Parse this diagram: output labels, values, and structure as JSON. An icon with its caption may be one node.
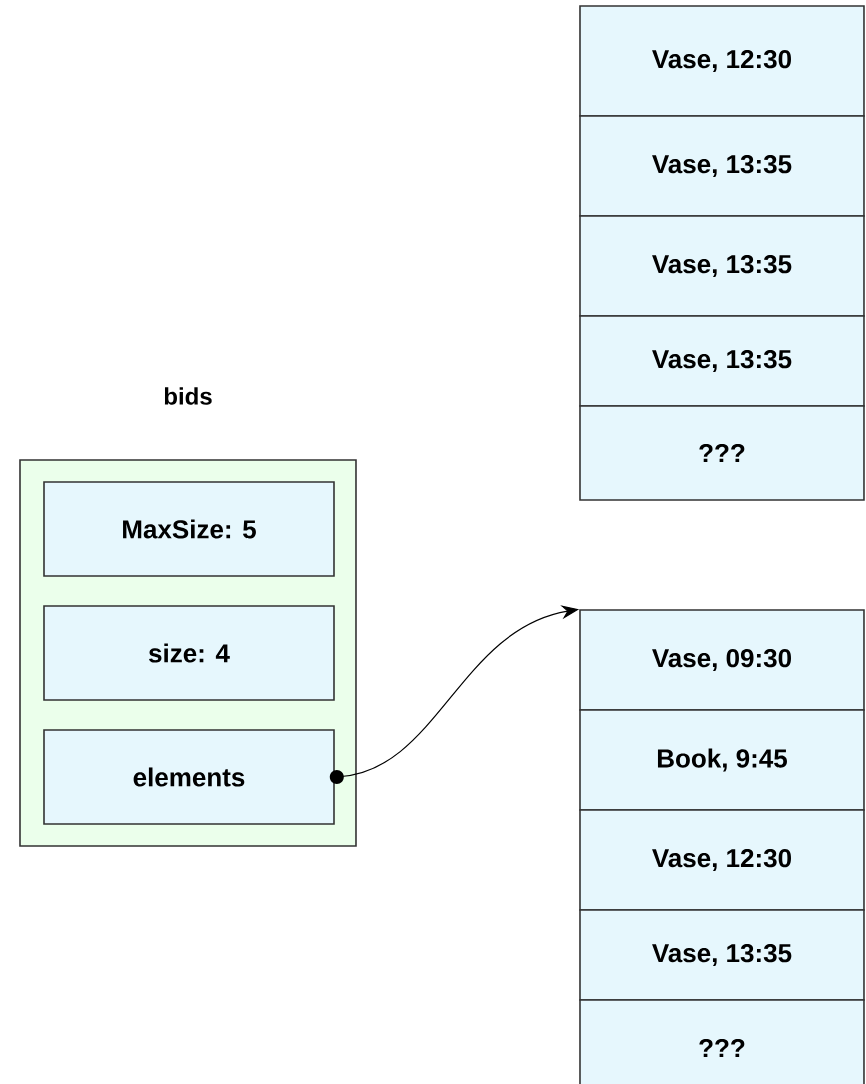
{
  "diagram": {
    "nodes": [
      {
        "text": [
          "bids"
        ]
      },
      {
        "text": [
          "MaxSize: 5"
        ],
        "in": 0
      },
      {
        "text": [
          "size: 4"
        ],
        "in": 0
      },
      {
        "text": [
          "elements"
        ],
        "in": 0
      },
      {
        "text": [
          "Vase, 12:30"
        ]
      },
      {
        "text": [
          "Vase, 13:35"
        ]
      },
      {
        "text": [
          "Vase, 13:35"
        ]
      },
      {
        "text": [
          "Vase, 13:35"
        ]
      },
      {
        "text": [
          "???"
        ]
      },
      {
        "text": [
          "Vase, 09:30"
        ]
      },
      {
        "text": [
          "Book, 9:45"
        ]
      },
      {
        "text": [
          "Vase, 12:30"
        ]
      },
      {
        "text": [
          "Vase, 13:35"
        ]
      },
      {
        "text": [
          "???"
        ]
      }
    ],
    "edges": [
      {
        "from": 3,
        "to": 9,
        "arrow": "to"
      }
    ]
  }
}
